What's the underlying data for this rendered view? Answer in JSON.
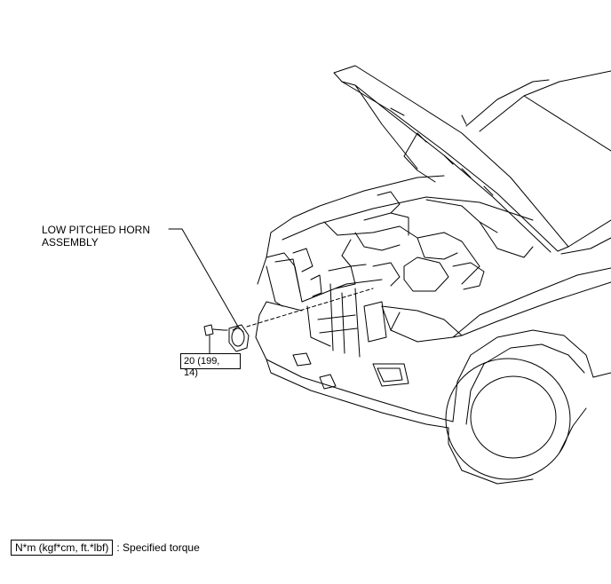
{
  "labels": {
    "horn": "LOW PITCHED HORN\nASSEMBLY",
    "torque_value": "20 (199,\n14)"
  },
  "legend": {
    "unit_box": "N*m (kgf*cm, ft.*lbf)",
    "description": ": Specified torque"
  }
}
